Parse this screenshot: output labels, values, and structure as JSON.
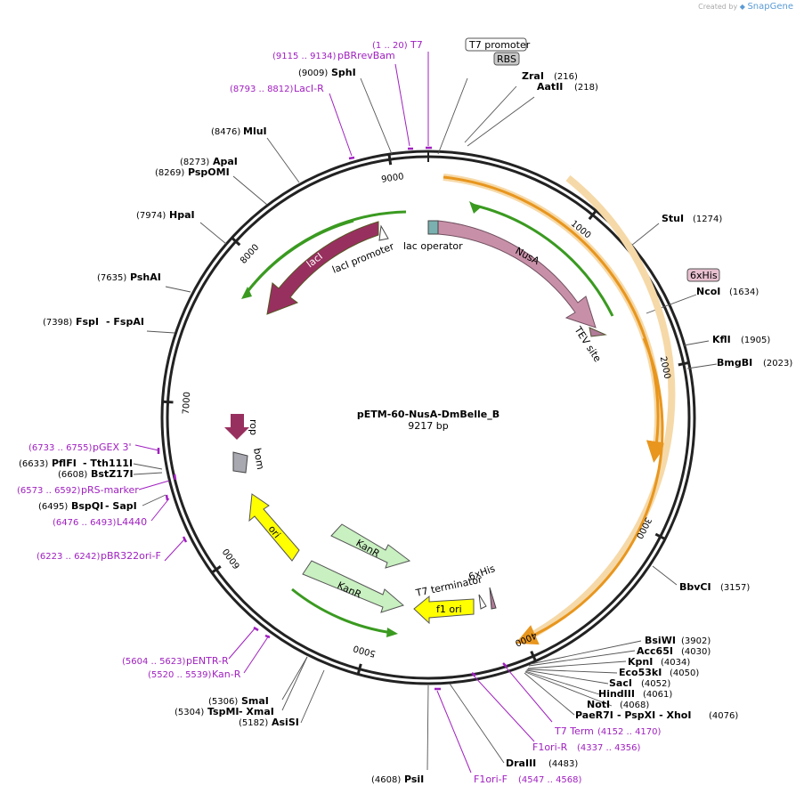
{
  "branding": {
    "created_by": "Created by",
    "app": "SnapGene"
  },
  "plasmid": {
    "name": "pETM-60-NusA-DmBelle_B",
    "length": "9217 bp",
    "total_bp": 9217
  },
  "ticks": [
    "1000",
    "2000",
    "3000",
    "4000",
    "5000",
    "6000",
    "7000",
    "8000",
    "9000"
  ],
  "tick_values": [
    1000,
    2000,
    3000,
    4000,
    5000,
    6000,
    7000,
    8000,
    9000
  ],
  "colors": {
    "backbone": "#222222",
    "primer": "#a020c0",
    "orange_feature": "#e8961e",
    "green_feature": "#3a9a20",
    "nusa": "#c890a8",
    "laci": "#98305f",
    "kanr": "#c8f0c0",
    "ori": "#ffff00"
  },
  "enzymes_left": [
    {
      "name": "SphI",
      "pos": "(9009)"
    },
    {
      "name": "MluI",
      "pos": "(8476)"
    },
    {
      "name": "ApaI",
      "pos": "(8273)"
    },
    {
      "name": "PspOMI",
      "pos": "(8269)"
    },
    {
      "name": "HpaI",
      "pos": "(7974)"
    },
    {
      "name": "PshAI",
      "pos": "(7635)"
    },
    {
      "name": "FspI",
      "alt": "- FspAI",
      "pos": "(7398)"
    },
    {
      "name": "PflFI",
      "alt": "- Tth111I",
      "pos": "(6633)"
    },
    {
      "name": "BstZ17I",
      "pos": "(6608)"
    },
    {
      "name": "BspQI",
      "alt": "- SapI",
      "pos": "(6495)"
    },
    {
      "name": "SmaI",
      "pos": "(5306)"
    },
    {
      "name": "TspMI",
      "alt": "- XmaI",
      "pos": "(5304)"
    },
    {
      "name": "AsiSI",
      "pos": "(5182)"
    },
    {
      "name": "PsiI",
      "pos": "(4608)"
    }
  ],
  "enzymes_right": [
    {
      "name": "ZraI",
      "pos": "(216)"
    },
    {
      "name": "AatII",
      "pos": "(218)"
    },
    {
      "name": "StuI",
      "pos": "(1274)"
    },
    {
      "name": "NcoI",
      "pos": "(1634)"
    },
    {
      "name": "KflI",
      "pos": "(1905)"
    },
    {
      "name": "BmgBI",
      "pos": "(2023)"
    },
    {
      "name": "BbvCI",
      "pos": "(3157)"
    },
    {
      "name": "BsiWI",
      "pos": "(3902)"
    },
    {
      "name": "Acc65I",
      "pos": "(4030)"
    },
    {
      "name": "KpnI",
      "pos": "(4034)"
    },
    {
      "name": "Eco53kI",
      "pos": "(4050)"
    },
    {
      "name": "SacI",
      "pos": "(4052)"
    },
    {
      "name": "HindIII",
      "pos": "(4061)"
    },
    {
      "name": "NotI",
      "pos": "(4068)"
    },
    {
      "name": "PaeR7I",
      "alt": "- PspXI  - XhoI",
      "pos": "(4076)"
    },
    {
      "name": "DraIII",
      "pos": "(4483)"
    }
  ],
  "primers": [
    {
      "name": "T7",
      "pos": "(1 .. 20)"
    },
    {
      "name": "pBRrevBam",
      "pos": "(9115 .. 9134)"
    },
    {
      "name": "LacI-R",
      "pos": "(8793 .. 8812)"
    },
    {
      "name": "pGEX 3'",
      "pos": "(6733 .. 6755)"
    },
    {
      "name": "pRS-marker",
      "pos": "(6573 .. 6592)"
    },
    {
      "name": "L4440",
      "pos": "(6476 .. 6493)"
    },
    {
      "name": "pBR322ori-F",
      "pos": "(6223 .. 6242)"
    },
    {
      "name": "pENTR-R",
      "pos": "(5604 .. 5623)"
    },
    {
      "name": "Kan-R",
      "pos": "(5520 .. 5539)"
    },
    {
      "name": "T7 Term",
      "pos": "(4152 .. 4170)"
    },
    {
      "name": "F1ori-R",
      "pos": "(4337 .. 4356)"
    },
    {
      "name": "F1ori-F",
      "pos": "(4547 .. 4568)"
    }
  ],
  "boxed_features": {
    "t7_promoter": "T7 promoter",
    "rbs": "RBS",
    "his_tag": "6xHis"
  },
  "features": {
    "lac_operator": "lac operator",
    "laci_promoter": "lacI promoter",
    "laci": "lacI",
    "nusa": "NusA",
    "tev_site": "TEV site",
    "rop": "rop",
    "bom": "bom",
    "ori": "ori",
    "kanr1": "KanR",
    "kanr2": "KanR",
    "t7_terminator": "T7 terminator",
    "f1_ori": "f1 ori",
    "his_tag_inner": "6xHis"
  }
}
